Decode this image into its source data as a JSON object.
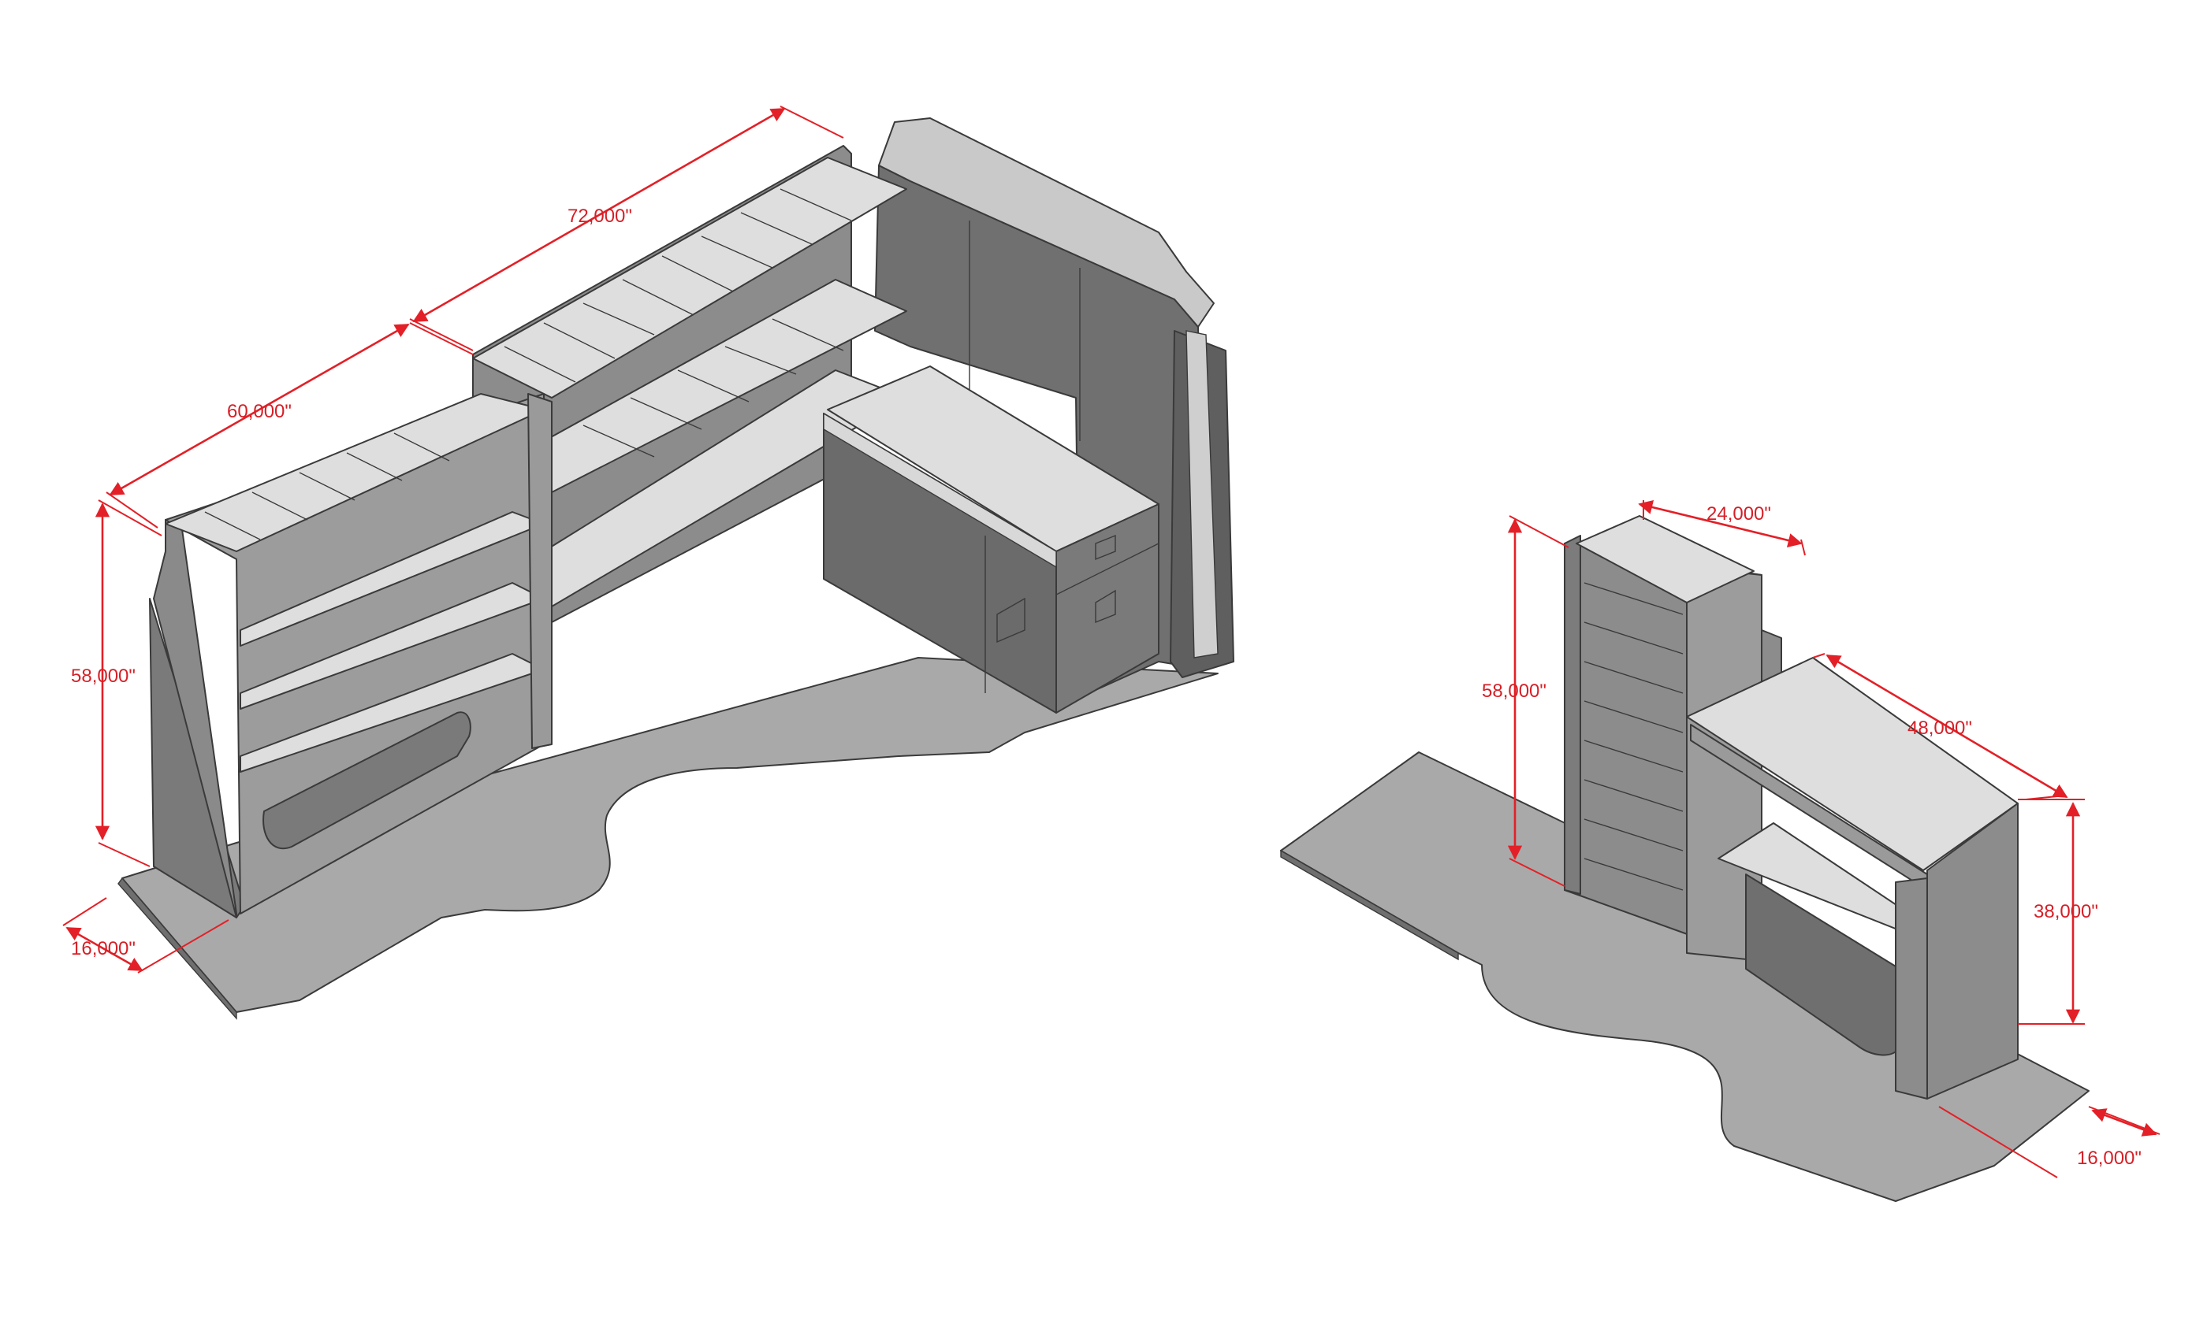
{
  "colors": {
    "dimension": "#e32027",
    "floor": "#a9a9a9",
    "panel_dark": "#6f6f6f",
    "panel_mid": "#8c8c8c",
    "shelf_light": "#dcdcdc",
    "outline": "#3a3a3a"
  },
  "left_assembly": {
    "dims": {
      "top_length": "72,000\"",
      "length": "60,000\"",
      "height": "58,000\"",
      "depth": "16,000\""
    }
  },
  "right_assembly": {
    "dims": {
      "tower_width": "24,000\"",
      "tower_height": "58,000\"",
      "bench_width": "48,000\"",
      "bench_height": "38,000\"",
      "depth": "16,000\""
    }
  }
}
